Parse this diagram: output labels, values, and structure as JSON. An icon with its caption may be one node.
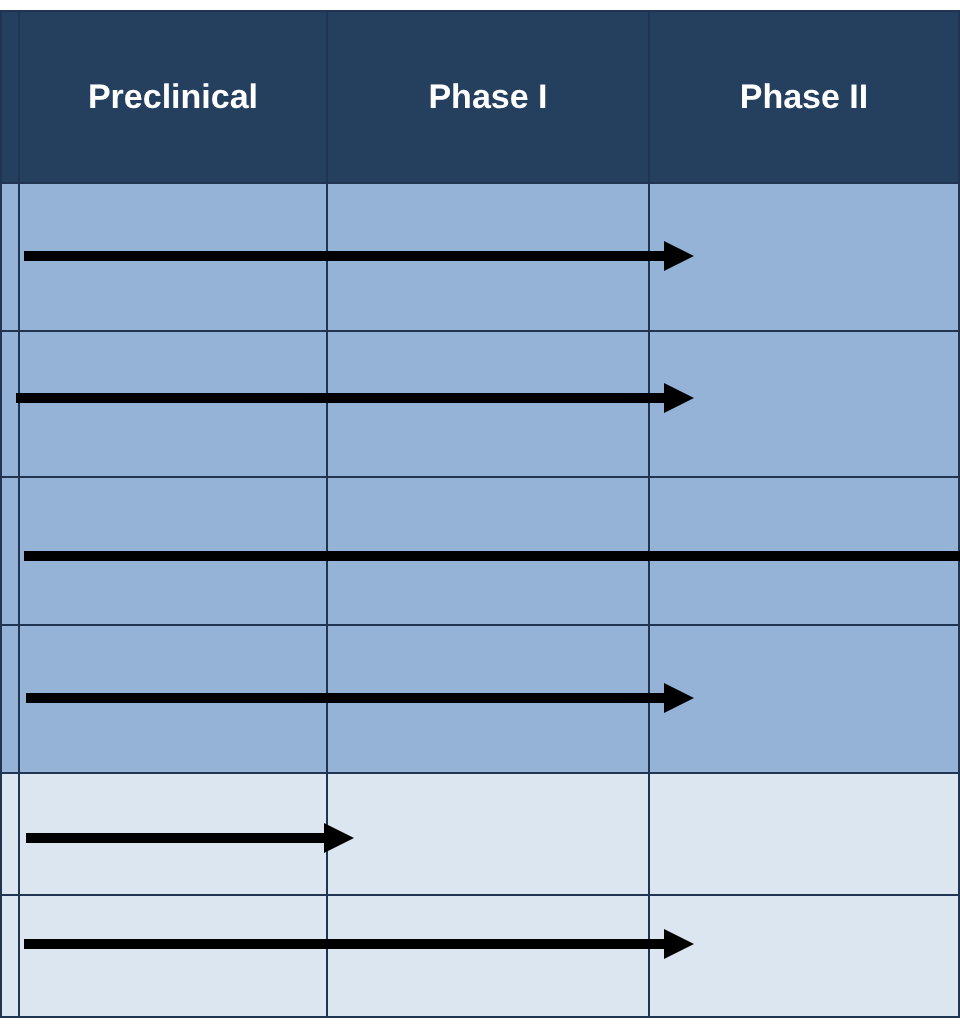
{
  "diagram": {
    "labels": [
      "Preclinical",
      "Phase I",
      "Phase II"
    ]
  }
}
